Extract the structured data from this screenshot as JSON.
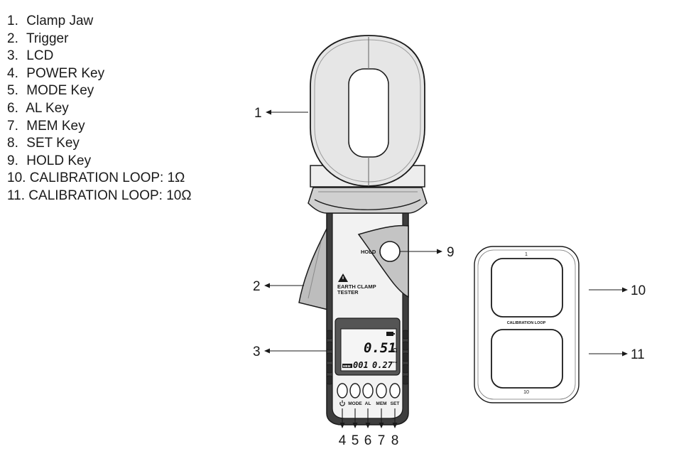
{
  "legend": [
    {
      "num": "1.",
      "label": "Clamp Jaw"
    },
    {
      "num": "2.",
      "label": "Trigger"
    },
    {
      "num": "3.",
      "label": "LCD"
    },
    {
      "num": "4.",
      "label": "POWER Key"
    },
    {
      "num": "5.",
      "label": "MODE Key"
    },
    {
      "num": "6.",
      "label": "AL Key"
    },
    {
      "num": "7.",
      "label": "MEM Key"
    },
    {
      "num": "8.",
      "label": "SET Key"
    },
    {
      "num": "9.",
      "label": "HOLD Key"
    },
    {
      "num": "10.",
      "label": "CALIBRATION LOOP: 1Ω"
    },
    {
      "num": "11.",
      "label": "CALIBRATION LOOP: 10Ω"
    }
  ],
  "callouts": {
    "c1": "1",
    "c2": "2",
    "c3": "3",
    "c4": "4",
    "c5": "5",
    "c6": "6",
    "c7": "7",
    "c8": "8",
    "c9": "9",
    "c10": "10",
    "c11": "11"
  },
  "device": {
    "hold_label": "HOLD",
    "name_line1": "EARTH CLAMP",
    "name_line2": "TESTER",
    "warning_icon": "warning-triangle-icon",
    "battery_icon": "battery-icon",
    "power_icon": "power-icon",
    "lcd_main": "0.51",
    "lcd_main_unit": "Ω",
    "lcd_mem_tag": "MEM",
    "lcd_mem_index": "001",
    "lcd_sub": "0.27",
    "lcd_sub_unit": "mA",
    "keys": [
      "MODE",
      "AL",
      "MEM",
      "SET"
    ]
  },
  "calibration_board": {
    "top_label": "1",
    "middle_label": "CALIBRATION LOOP",
    "bottom_label": "10"
  }
}
